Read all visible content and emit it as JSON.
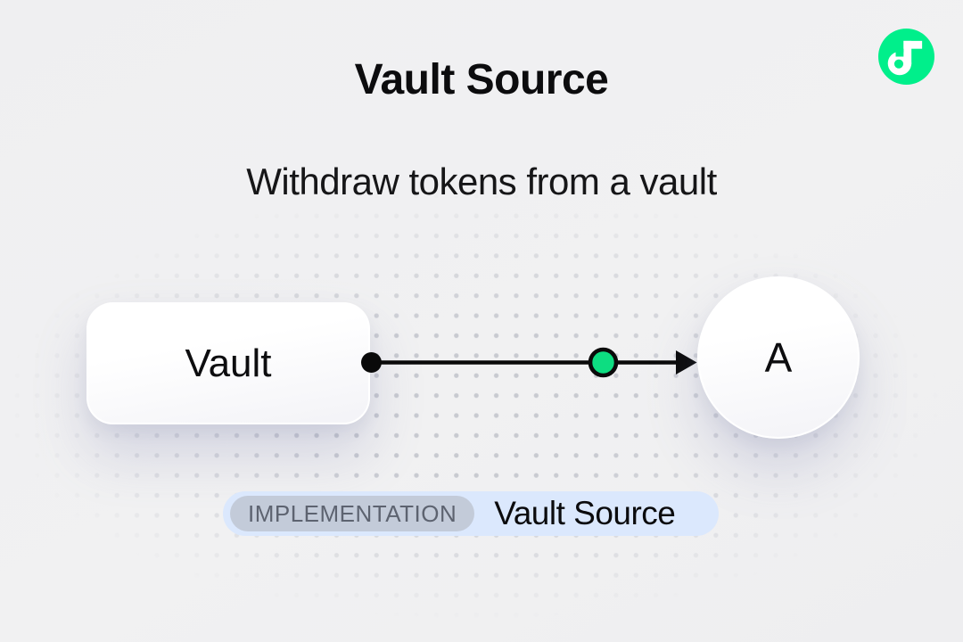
{
  "page": {
    "title": "Vault Source",
    "subtitle": "Withdraw tokens from a vault"
  },
  "logo": {
    "name": "flow-logo",
    "brand_green": "#00EF8B"
  },
  "diagram": {
    "source_node": {
      "label": "Vault"
    },
    "target_node": {
      "label": "A"
    },
    "connector": {
      "type": "arrow-right",
      "line_color": "#0a0a0a",
      "token_color": "#0ddd81"
    }
  },
  "badge": {
    "tag": "IMPLEMENTATION",
    "label": "Vault Source",
    "bg": "#dbe8fd",
    "tag_bg": "#c3cbd9",
    "tag_text_color": "#5d6370"
  }
}
